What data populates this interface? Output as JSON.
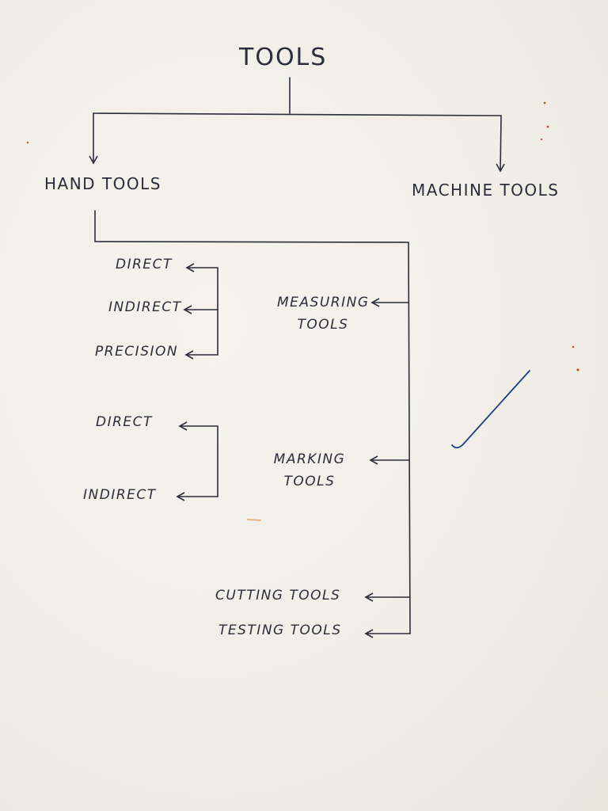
{
  "diagram": {
    "root": "TOOLS",
    "main_branches": [
      "HAND TOOLS",
      "MACHINE TOOLS"
    ],
    "hand_tool_types": [
      {
        "line1": "MEASURING",
        "line2": "TOOLS",
        "subtypes": [
          "DIRECT",
          "INDIRECT",
          "PRECISION"
        ]
      },
      {
        "line1": "MARKING",
        "line2": "TOOLS",
        "subtypes": [
          "DIRECT",
          "INDIRECT"
        ]
      },
      {
        "line1": "CUTTING TOOLS",
        "line2": "",
        "subtypes": []
      },
      {
        "line1": "TESTING TOOLS",
        "line2": "",
        "subtypes": []
      }
    ]
  },
  "colors": {
    "paper": "#f1eee8",
    "ink": "#2a2d3a",
    "tick_mark": "#1f3c8a"
  }
}
